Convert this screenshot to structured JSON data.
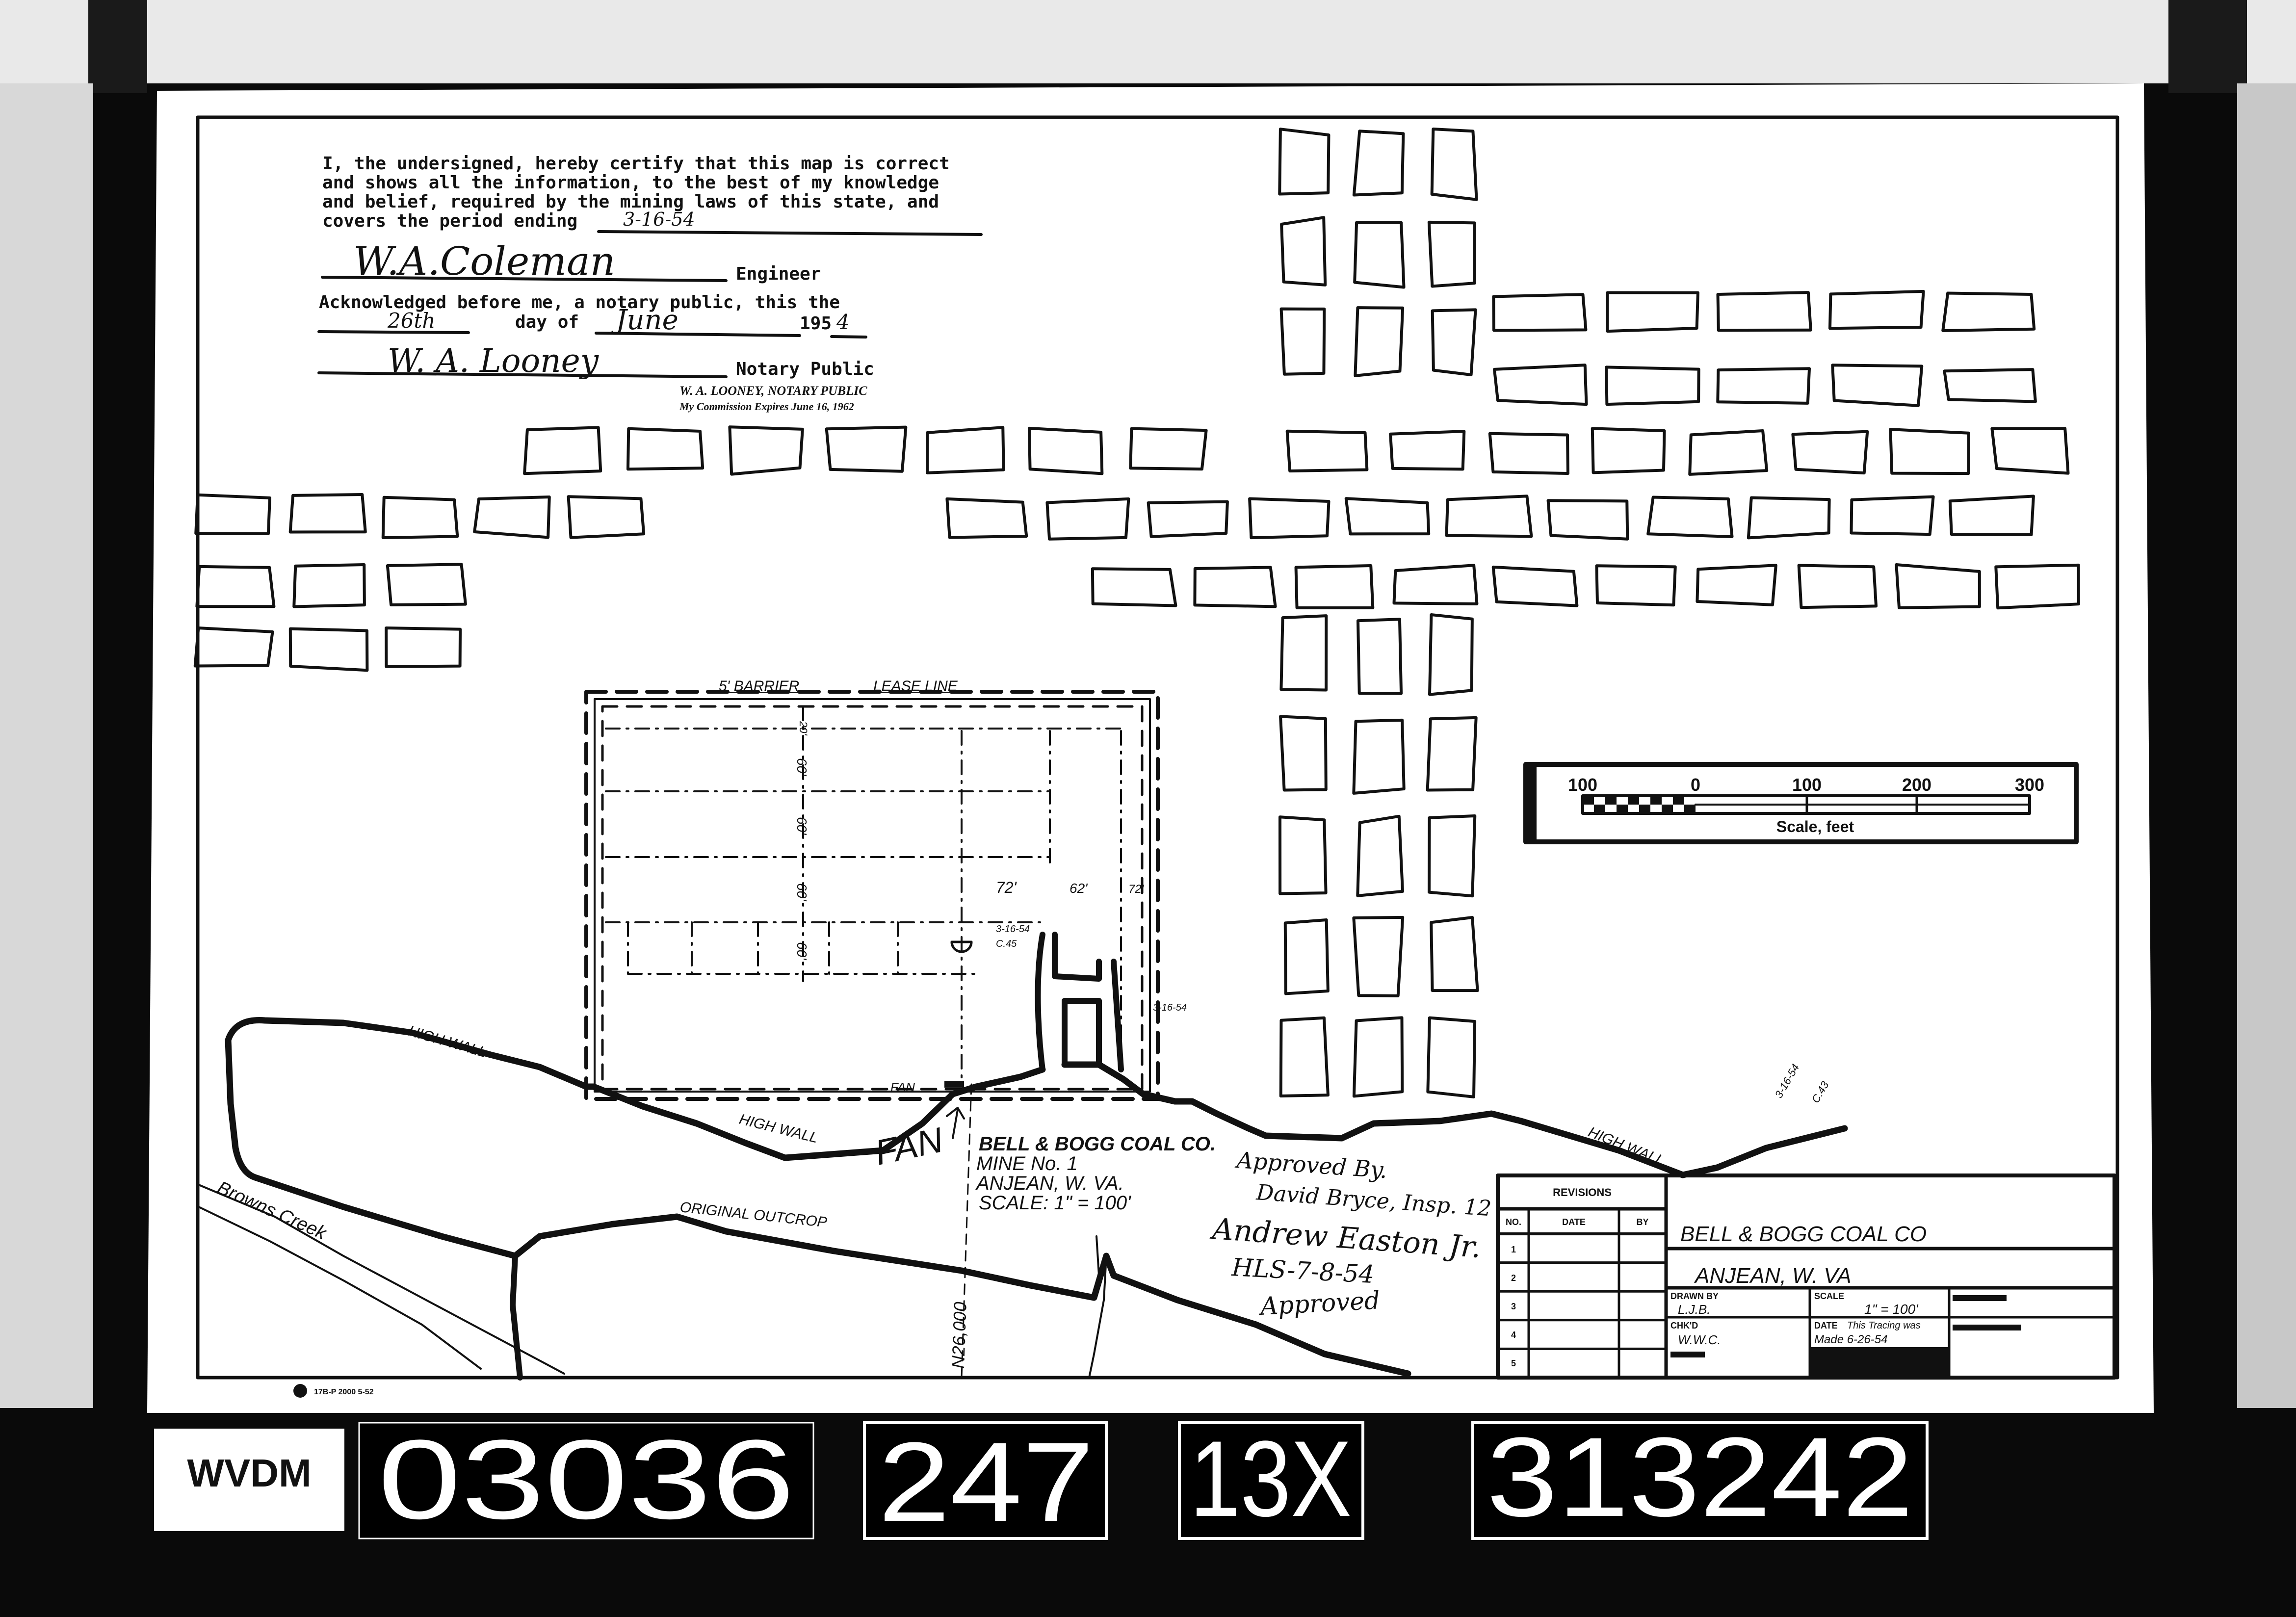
{
  "certificate": {
    "lines": [
      "I, the undersigned, hereby certify that this map is correct",
      "and shows all the information, to the best of my knowledge",
      "and belief, required by the mining laws of this state, and",
      "covers the period ending"
    ],
    "period_ending": "3-16-54",
    "engineer_signature": "W.A.Coleman",
    "engineer_label": "Engineer",
    "acknowledged_line": "Acknowledged before me, a notary public, this the",
    "day": "26th",
    "day_of_label": "day of",
    "month": "June",
    "year_prefix": "195",
    "year_suffix": "4",
    "notary_signature": "W. A. Looney",
    "notary_label": "Notary Public",
    "notary_stamp_name": "W. A. LOONEY, NOTARY PUBLIC",
    "notary_stamp_commission": "My Commission Expires June 16, 1962"
  },
  "map_labels": {
    "barrier": "5' BARRIER",
    "lease_line": "LEASE LINE",
    "dim_20": "20'",
    "dim_60": "60'",
    "dim_72a": "72'",
    "dim_62": "62'",
    "dim_72b": "72'",
    "date_mark_1": "3-16-54",
    "date_mark_1b": "C.45",
    "date_mark_2": "3-16-54",
    "date_mark_3": "3-16-54",
    "date_mark_3b": "C.43",
    "fan_small": "FAN",
    "fan_large": "FAN",
    "high_wall": "HIGH WALL",
    "original_outcrop": "ORIGINAL OUTCROP",
    "creek": "Browns Creek",
    "coordinate": "N26,000"
  },
  "mine_title": {
    "company": "BELL & BOGG COAL CO.",
    "mine": "MINE No. 1",
    "location": "ANJEAN, W. VA.",
    "scale": "SCALE: 1\" = 100'"
  },
  "approval": {
    "approved_by": "Approved By.",
    "inspector": "David Bryce, Insp. 12",
    "signature": "Andrew Easton Jr.",
    "code": "HLS-7-8-54",
    "approved": "Approved"
  },
  "scale_bar": {
    "ticks": [
      "100",
      "0",
      "100",
      "200",
      "300"
    ],
    "label": "Scale, feet"
  },
  "title_block": {
    "revisions_header": "REVISIONS",
    "columns": [
      "NO.",
      "DATE",
      "BY"
    ],
    "rows": [
      "1",
      "2",
      "3",
      "4",
      "5"
    ],
    "company": "BELL & BOGG COAL CO",
    "location": "ANJEAN, W. VA",
    "drawn_by_label": "DRAWN BY",
    "drawn_by": "L.J.B.",
    "scale_label": "SCALE",
    "scale": "1\" = 100'",
    "checked_label": "CHK'D",
    "checked": "W.W.C.",
    "date_label": "DATE",
    "date_note": "This Tracing was",
    "date_value": "Made 6-26-54"
  },
  "sheet_footer": "17B-P 2000 5-52",
  "archive": {
    "label": "WVDM",
    "numbers": [
      "03036",
      "247",
      "13X",
      "313242"
    ]
  }
}
